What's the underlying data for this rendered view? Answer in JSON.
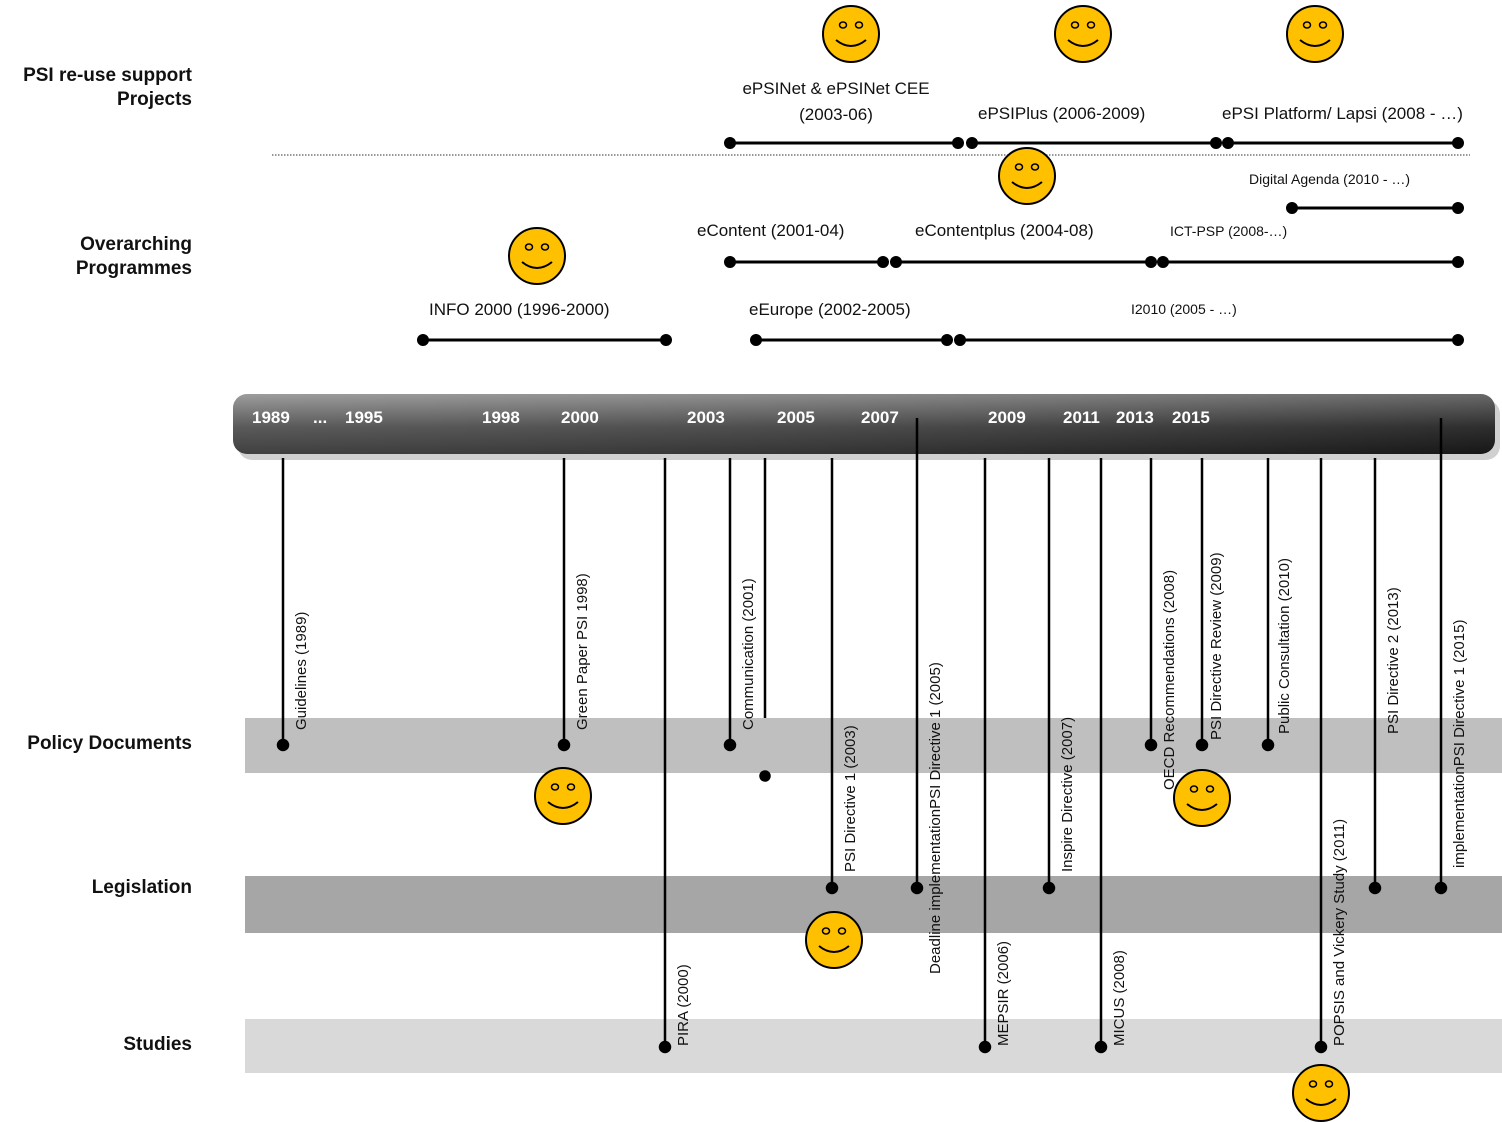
{
  "rows": {
    "projects": "PSI re-use support\nProjects",
    "programmes": "Overarching\nProgrammes",
    "policy": "Policy Documents",
    "legislation": "Legislation",
    "studies": "Studies"
  },
  "timeline_years": [
    "1989",
    "...",
    "1995",
    "1998",
    "2000",
    "2003",
    "2005",
    "2007",
    "2009",
    "2011",
    "2013",
    "2015"
  ],
  "projects": [
    {
      "label": "ePSINet & ePSINet CEE\n(2003-06)"
    },
    {
      "label": "ePSIPlus (2006-2009)"
    },
    {
      "label": "ePSI Platform/ Lapsi (2008 - …)"
    }
  ],
  "programmes": [
    {
      "label": "Digital Agenda (2010 - …)"
    },
    {
      "label": "eContent (2001-04)"
    },
    {
      "label": "eContentplus (2004-08)"
    },
    {
      "label": "ICT-PSP (2008-…)"
    },
    {
      "label": "INFO 2000 (1996-2000)"
    },
    {
      "label": "eEurope (2002-2005)"
    },
    {
      "label": "I2010 (2005 - …)"
    }
  ],
  "events": [
    {
      "label": "Guidelines (1989)"
    },
    {
      "label": "Green Paper PSI 1998)"
    },
    {
      "label": "PIRA (2000)"
    },
    {
      "label": "Communication (2001)"
    },
    {
      "label": "PSI Directive 1  (2003)"
    },
    {
      "label": "Deadline implementationPSI Directive 1  (2005)"
    },
    {
      "label": "MEPSIR (2006)"
    },
    {
      "label": "Inspire Directive (2007)"
    },
    {
      "label": "MICUS (2008)"
    },
    {
      "label": "OECD Recommendations (2008)"
    },
    {
      "label": "PSI Directive Review (2009)"
    },
    {
      "label": "Public Consultation (2010)"
    },
    {
      "label": "POPSIS and Vickery Study (2011)"
    },
    {
      "label": "PSI Directive 2  (2013)"
    },
    {
      "label": "implementationPSI Directive 1  (2015)"
    }
  ],
  "colors": {
    "smiley_fill": "#FFC000",
    "band_policy": "#BFBFBF",
    "band_legislation": "#A6A6A6",
    "band_studies": "#D9D9D9",
    "timeline_bar": "#595959"
  }
}
